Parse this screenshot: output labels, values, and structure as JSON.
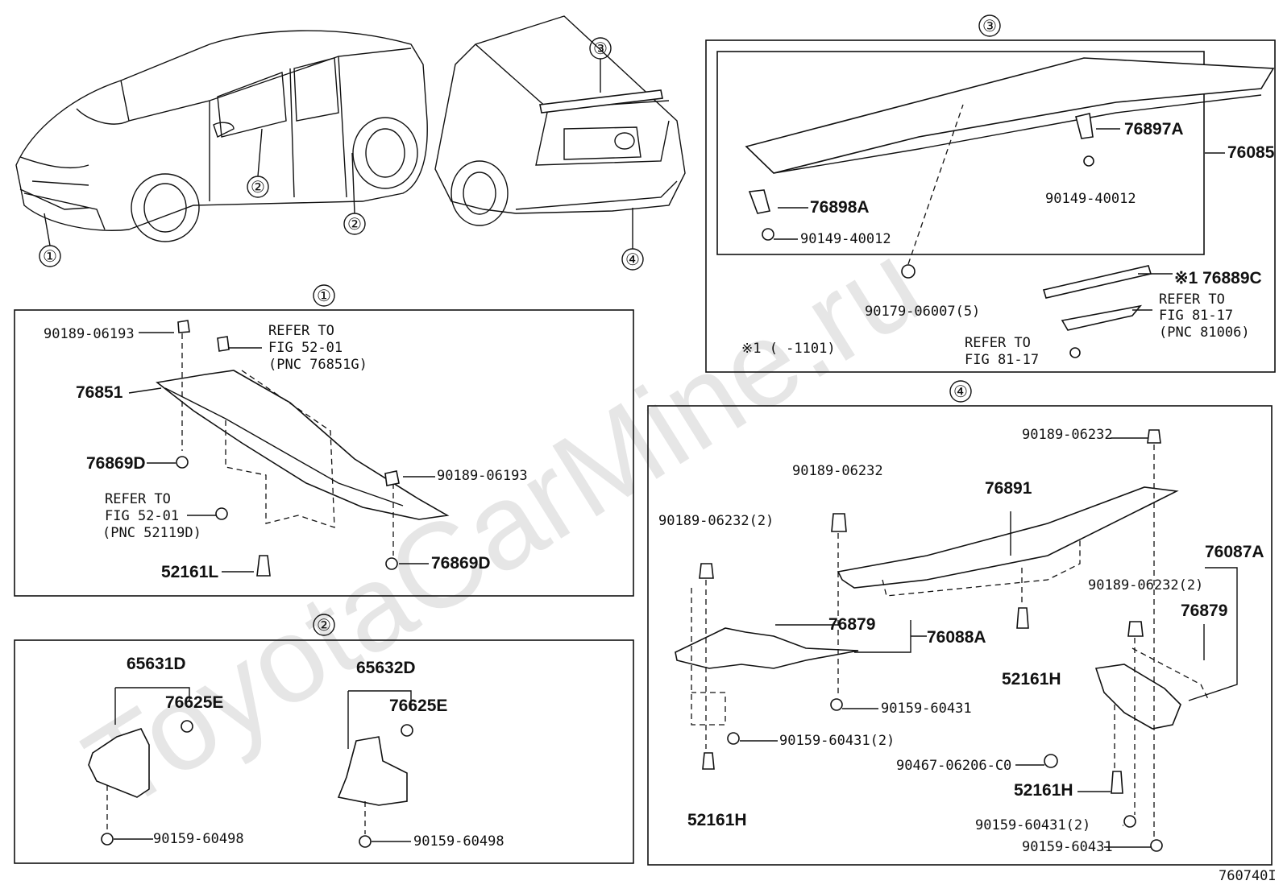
{
  "watermark": "ToyotaCarMine.ru",
  "figure_code": "760740I",
  "callouts": [
    "①",
    "②",
    "③",
    "④"
  ],
  "labels": {
    "p90189_06193_a": "90189-06193",
    "refer_52_a1": "REFER TO",
    "refer_52_a2": "FIG 52-01",
    "refer_52_a3": "(PNC 76851G)",
    "p76851": "76851",
    "p76869D_a": "76869D",
    "p90189_06193_b": "90189-06193",
    "refer_52_b1": "REFER TO",
    "refer_52_b2": "FIG 52-01",
    "refer_52_b3": "(PNC 52119D)",
    "p52161L": "52161L",
    "p76869D_b": "76869D",
    "p65631D": "65631D",
    "p76625E_a": "76625E",
    "p90159_60498_a": "90159-60498",
    "p65632D": "65632D",
    "p76625E_b": "76625E",
    "p90159_60498_b": "90159-60498",
    "p76897A": "76897A",
    "p76085": "76085",
    "p90149_40012_a": "90149-40012",
    "p76898A": "76898A",
    "p90149_40012_b": "90149-40012",
    "p76889C": "※1 76889C",
    "p90179_06007": "90179-06007(5)",
    "refer_81_a1": "REFER TO",
    "refer_81_a2": "FIG 81-17",
    "refer_81_a3": "(PNC 81006)",
    "refer_81_b1": "REFER TO",
    "refer_81_b2": "FIG 81-17",
    "note1": "※1 (      -1101)",
    "p90189_06232_a": "90189-06232",
    "p90189_06232_b": "90189-06232",
    "p76891": "76891",
    "p90189_06232_2a": "90189-06232(2)",
    "p76087A": "76087A",
    "p90189_06232_2b": "90189-06232(2)",
    "p76879_a": "76879",
    "p76088A": "76088A",
    "p76879_b": "76879",
    "p52161H_a": "52161H",
    "p90159_60431_a": "90159-60431",
    "p90159_60431_2a": "90159-60431(2)",
    "p90467": "90467-06206-C0",
    "p52161H_b": "52161H",
    "p52161H_c": "52161H",
    "p90159_60431_2b": "90159-60431(2)",
    "p90159_60431_b": "90159-60431"
  }
}
